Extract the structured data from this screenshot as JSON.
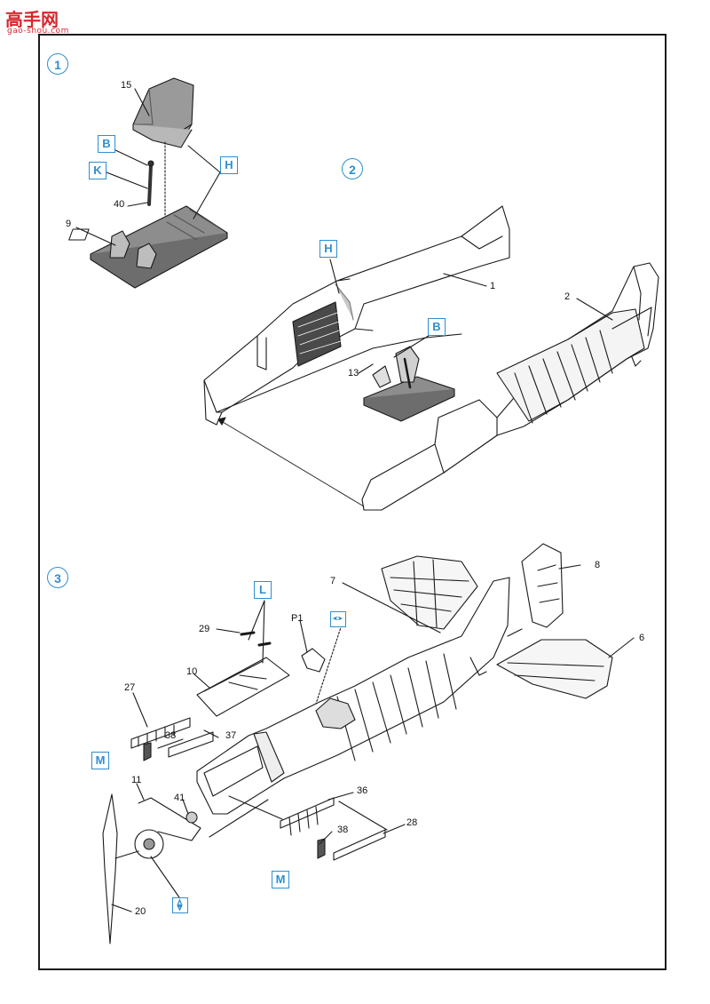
{
  "watermark": {
    "brand": "高手网",
    "url": "gao-shou.com"
  },
  "steps": [
    "1",
    "2",
    "3"
  ],
  "color_callouts": {
    "B1": "B",
    "K": "K",
    "H1": "H",
    "H2": "H",
    "B2": "B",
    "L": "L",
    "M1": "M",
    "M2": "M"
  },
  "part_numbers": {
    "p15": "15",
    "p40": "40",
    "p9": "9",
    "p1": "1",
    "p2": "2",
    "p13": "13",
    "p7": "7",
    "p8": "8",
    "p6": "6",
    "p29": "29",
    "pP1": "P1",
    "p10": "10",
    "p27": "27",
    "p38a": "38",
    "p37": "37",
    "p11": "11",
    "p41": "41",
    "p36": "36",
    "p38b": "38",
    "p28": "28",
    "p20": "20"
  },
  "icons": [
    "glue-icon",
    "drill-hole-icon"
  ],
  "colors": {
    "accent": "#2e8fd0",
    "line": "#1a1a1a",
    "watermark": "#d8262f"
  }
}
